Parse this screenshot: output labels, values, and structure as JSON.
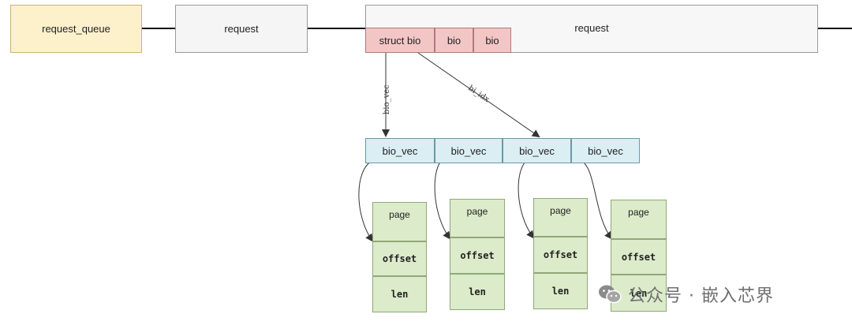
{
  "request_queue": {
    "label": "request_queue"
  },
  "requests": [
    {
      "label": "request"
    },
    {
      "label": "request"
    }
  ],
  "bios": [
    {
      "label": "struct bio"
    },
    {
      "label": "bio"
    },
    {
      "label": "bio"
    }
  ],
  "arrows": {
    "bio_vec": "bio_vec",
    "bi_idx": "bi_idx"
  },
  "bio_vecs": [
    {
      "label": "bio_vec"
    },
    {
      "label": "bio_vec"
    },
    {
      "label": "bio_vec"
    },
    {
      "label": "bio_vec"
    }
  ],
  "pages": [
    {
      "page": "page",
      "offset": "offset",
      "len": "len"
    },
    {
      "page": "page",
      "offset": "offset",
      "len": "len"
    },
    {
      "page": "page",
      "offset": "offset",
      "len": "len"
    },
    {
      "page": "page",
      "offset": "offset",
      "len": "len"
    }
  ],
  "watermark": {
    "text": "公众号 · 嵌入芯界"
  },
  "colors": {
    "request_queue": "#fdf1cc",
    "request": "#f5f5f5",
    "bio": "#f3c6c6",
    "bio_vec": "#daeef4",
    "page": "#dcebc9"
  }
}
